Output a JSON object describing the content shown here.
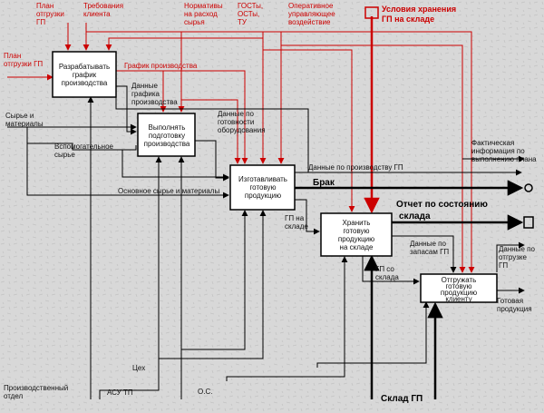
{
  "colors": {
    "background": "#d8d8d8",
    "box_fill": "#ffffff",
    "control_arrow": "#cc0000",
    "flow_arrow": "#000000"
  },
  "boxes": [
    {
      "id": "develop-schedule",
      "lines": [
        "Разрабатывать",
        "график",
        "производства"
      ]
    },
    {
      "id": "prepare-production",
      "lines": [
        "Выполнять",
        "подготовку",
        "производства"
      ]
    },
    {
      "id": "manufacture",
      "lines": [
        "Изготавливать",
        "готовую",
        "продукцию"
      ]
    },
    {
      "id": "store",
      "lines": [
        "Хранить",
        "готовую",
        "продукцию",
        "на складе"
      ]
    },
    {
      "id": "ship",
      "lines": [
        "Отгружать",
        "готовую",
        "продукцию",
        "клиенту"
      ]
    }
  ],
  "controls": {
    "plan_top": [
      "План",
      "отгрузки",
      "ГП"
    ],
    "client_req": [
      "Требования",
      "клиента"
    ],
    "norms": [
      "Нормативы",
      "на расход",
      "сырья"
    ],
    "gost": [
      "ГОСТы,",
      "ОСТы,",
      "ТУ"
    ],
    "operative": [
      "Оперативное",
      "управляющее",
      "воздействие"
    ],
    "storage_cond": [
      "Условия хранения",
      "ГП на складе"
    ],
    "plan_left": [
      "План",
      "отгрузки ГП"
    ],
    "schedule": "График производства"
  },
  "flows": {
    "raw": [
      "Сырье и",
      "материалы"
    ],
    "aux_raw": [
      "Вспомогательное",
      "сырье"
    ],
    "schedule_data": [
      "Данные",
      "графика",
      "производства"
    ],
    "readiness": [
      "Данные по",
      "готовности",
      "оборудования"
    ],
    "main_raw": "Основное сырье и материалы",
    "production_data": "Данные по производству ГП",
    "fact_info": [
      "Фактическая",
      "информация по",
      "выполнению плана"
    ],
    "defect": "Брак",
    "report": [
      "Отчет по состоянию",
      "склада"
    ],
    "fp_to_store": [
      "ГП на",
      "складе"
    ],
    "stock_data": [
      "Данные по",
      "запасам ГП"
    ],
    "fp_from_store": [
      "ГП со",
      "склада"
    ],
    "ship_data": [
      "Данные по",
      "отгрузке",
      "ГП"
    ],
    "finished": [
      "Готовая",
      "продукция"
    ]
  },
  "mechanisms": {
    "prod_dept": [
      "Производственный",
      "отдел"
    ],
    "asu": "АСУ ТП",
    "workshop": "Цех",
    "equipment": "О.С.",
    "warehouse": "Склад ГП"
  }
}
